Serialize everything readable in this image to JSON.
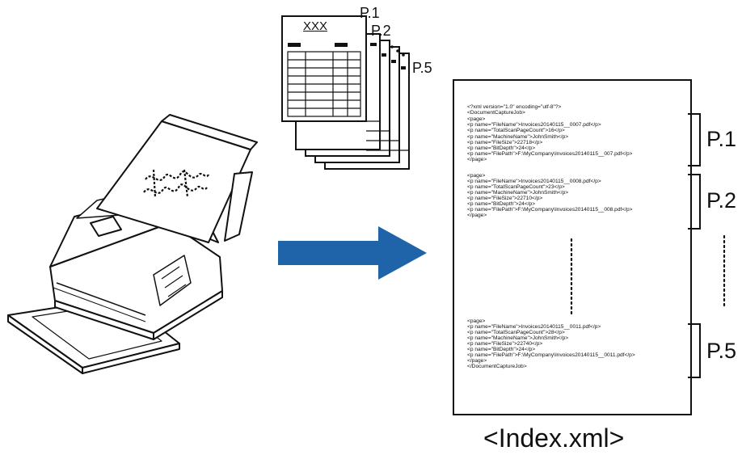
{
  "stack": {
    "title": "XXX",
    "page_first": "P.1",
    "page_second": "P.2",
    "page_last": "P.5"
  },
  "document": {
    "header": [
      "<?xml version=\"1.0\" encoding=\"utf-8\"?>",
      "<DocumentCaptureJob>"
    ],
    "page1": [
      "<page>",
      "<p name=\"FileName\">Invoices20140115__0007.pdf</p>",
      "<p name=\"TotalScanPageCount\">16</p>",
      "<p name=\"MachineName\">JohnSmith</p>",
      "<p name=\"FileSize\">22718</p>",
      "<p name=\"BitDepth\">24</p>",
      "<p name=\"FilePath\">F:\\MyCompany\\Invoices20140115__007.pdf</p>",
      "</page>"
    ],
    "page2": [
      "<page>",
      "<p name=\"FileName\">Invoices20140115__0008.pdf</p>",
      "<p name=\"TotalScanPageCount\">23</p>",
      "<p name=\"MachineName\">JohnSmith</p>",
      "<p name=\"FileSize\">22710</p>",
      "<p name=\"BitDepth\">24</p>",
      "<p name=\"FilePath\">F:\\MyCompany\\Invoices20140115__008.pdf</p>",
      "</page>"
    ],
    "page5": [
      "<page>",
      "<p name=\"FileName\">Invoices20140115__0011.pdf</p>",
      "<p name=\"TotalScanPageCount\">28</p>",
      "<p name=\"MachineName\">JohnSmith</p>",
      "<p name=\"FileSize\">22740</p>",
      "<p name=\"BitDepth\">24</p>",
      "<p name=\"FilePath\">F:\\MyCompany\\Invoices20140115__0011.pdf</p>",
      "</page>",
      "</DocumentCaptureJob>"
    ]
  },
  "brackets": {
    "p1": "P.1",
    "p2": "P.2",
    "p5": "P.5"
  },
  "caption": "<Index.xml>",
  "colors": {
    "arrow": "#1f63a8",
    "ink": "#111111"
  }
}
